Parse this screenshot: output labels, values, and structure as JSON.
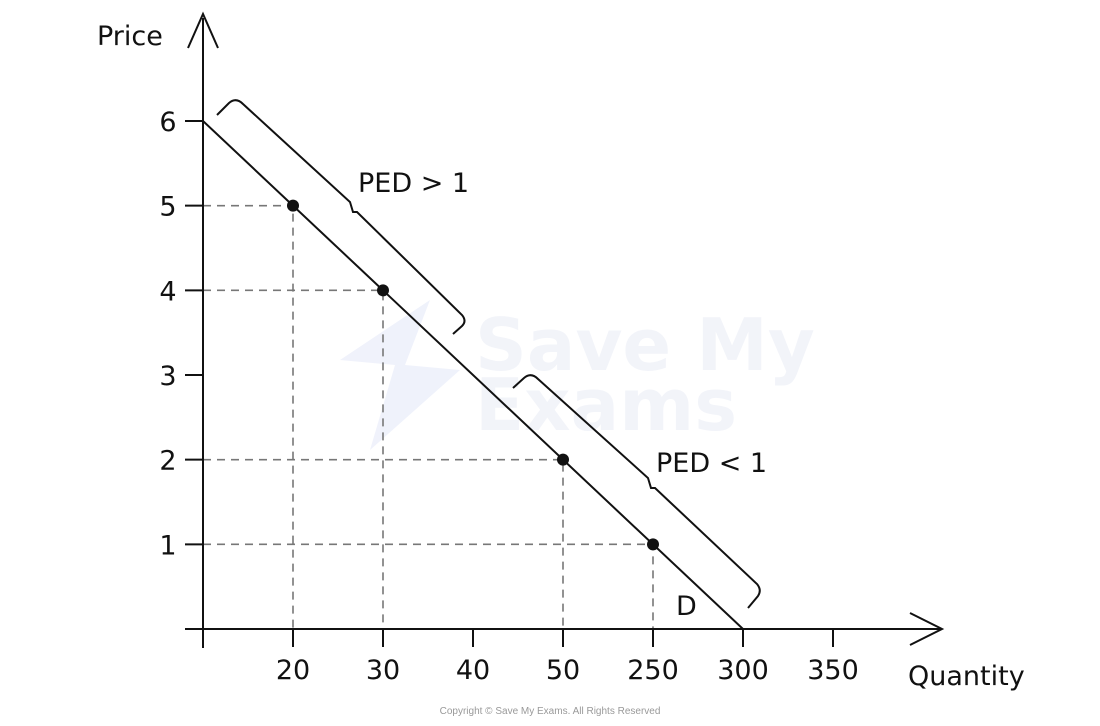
{
  "chart_data": {
    "type": "line",
    "xlabel": "Quantity",
    "ylabel": "Price",
    "x_tick_labels": [
      "20",
      "30",
      "40",
      "50",
      "250",
      "300",
      "350"
    ],
    "y_tick_labels": [
      "1",
      "2",
      "3",
      "4",
      "5",
      "6"
    ],
    "curve_label": "D",
    "demand_curve": [
      {
        "x": "origin",
        "y": 6
      },
      {
        "x": "300",
        "y": 0
      }
    ],
    "points": [
      {
        "x": "20",
        "y": 5
      },
      {
        "x": "30",
        "y": 4
      },
      {
        "x": "50",
        "y": 2
      },
      {
        "x": "250",
        "y": 1
      }
    ],
    "annotations": [
      "PED > 1",
      "PED < 1"
    ]
  },
  "watermark": "Save My Exams",
  "footer": "Copyright © Save My Exams. All Rights Reserved",
  "colors": {
    "line": "#111111",
    "guides": "#777777",
    "watermark": "#eef1fb"
  }
}
